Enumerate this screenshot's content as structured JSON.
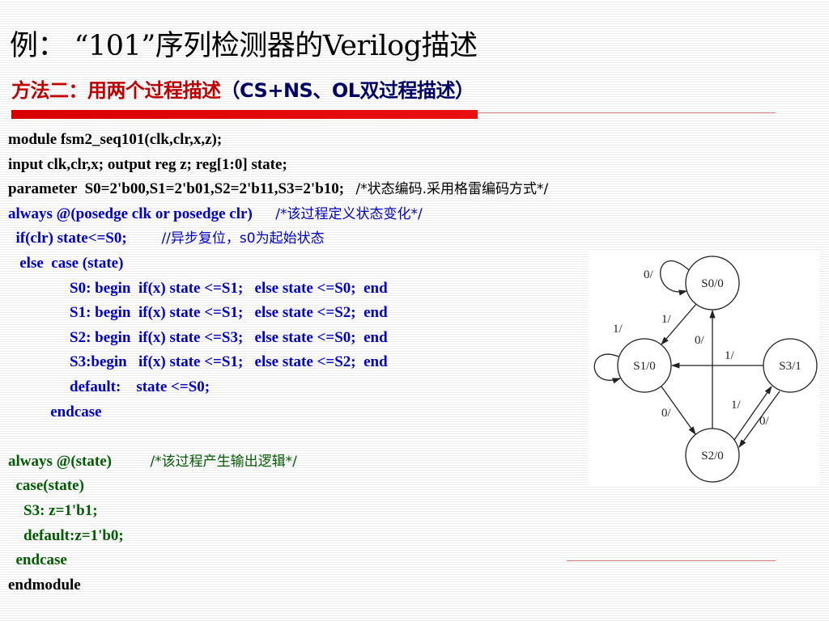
{
  "title": "例： “101”序列检测器的Verilog描述",
  "subtitle": {
    "red_part": "方法二：用两个过程描述",
    "rest": "（CS+NS、OL双过程描述）"
  },
  "code_lines": [
    {
      "text": "module fsm2_seq101(clk,clr,x,z);",
      "comment": "",
      "color": "black"
    },
    {
      "text": "input clk,clr,x; output reg z; reg[1:0] state;",
      "comment": "",
      "color": "black"
    },
    {
      "text": "parameter  S0=2'b00,S1=2'b01,S2=2'b11,S3=2'b10;   ",
      "comment": "/*状态编码.采用格雷编码方式*/",
      "color": "black"
    },
    {
      "text": "always @(posedge clk or posedge clr)      ",
      "comment": "/*该过程定义状态变化*/",
      "color": "blue"
    },
    {
      "text": "  if(clr) state<=S0;         ",
      "comment": "//异步复位，s0为起始状态",
      "color": "blue"
    },
    {
      "text": "   else  case (state)",
      "comment": "",
      "color": "blue"
    },
    {
      "text": "                S0: begin  if(x) state <=S1;   else state <=S0;  end",
      "comment": "",
      "color": "blue"
    },
    {
      "text": "                S1: begin  if(x) state <=S1;   else state <=S2;  end",
      "comment": "",
      "color": "blue"
    },
    {
      "text": "                S2: begin  if(x) state <=S3;   else state <=S0;  end",
      "comment": "",
      "color": "blue"
    },
    {
      "text": "                S3:begin   if(x) state <=S1;   else state <=S2;  end",
      "comment": "",
      "color": "blue"
    },
    {
      "text": "                default:    state <=S0;",
      "comment": "",
      "color": "blue"
    },
    {
      "text": "           endcase",
      "comment": "",
      "color": "blue"
    },
    {
      "text": " ",
      "comment": "",
      "color": "blue"
    },
    {
      "text": "always @(state)          ",
      "comment": "/*该过程产生输出逻辑*/",
      "color": "green"
    },
    {
      "text": "  case(state)",
      "comment": "",
      "color": "green"
    },
    {
      "text": "    S3: z=1'b1;",
      "comment": "",
      "color": "green"
    },
    {
      "text": "    default:z=1'b0;",
      "comment": "",
      "color": "green"
    },
    {
      "text": "  endcase",
      "comment": "",
      "color": "green"
    },
    {
      "text": "endmodule",
      "comment": "",
      "color": "black"
    }
  ],
  "state_diagram": {
    "states": [
      "S0/0",
      "S1/0",
      "S2/0",
      "S3/1"
    ],
    "transition_labels": {
      "s0_self": "0/",
      "s0_to_s1": "1/",
      "s1_self": "1/",
      "s2_to_s0": "0/",
      "s3_to_s1": "1/",
      "s1_to_s2": "0/",
      "s2_to_s3": "1/",
      "s3_to_s2": "0/"
    }
  }
}
